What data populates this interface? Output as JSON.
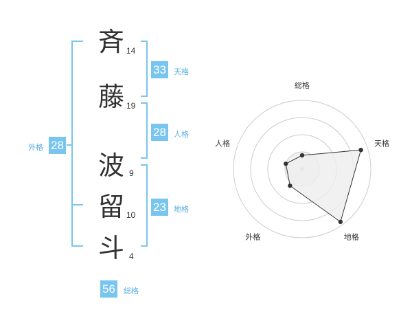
{
  "name": {
    "chars": [
      {
        "char": "斉",
        "strokes": "14"
      },
      {
        "char": "藤",
        "strokes": "19"
      },
      {
        "char": "波",
        "strokes": "9"
      },
      {
        "char": "留",
        "strokes": "10"
      },
      {
        "char": "斗",
        "strokes": "4"
      }
    ]
  },
  "fortunes": {
    "tenkaku": {
      "value": "33",
      "label": "天格"
    },
    "jinkaku": {
      "value": "28",
      "label": "人格"
    },
    "chikaku": {
      "value": "23",
      "label": "地格"
    },
    "gaikaku": {
      "value": "28",
      "label": "外格"
    },
    "soukaku": {
      "value": "56",
      "label": "総格"
    }
  },
  "chart_data": {
    "type": "radar",
    "axes": [
      "総格",
      "天格",
      "地格",
      "外格",
      "人格"
    ],
    "values": [
      0.2,
      0.9,
      0.95,
      0.3,
      0.25
    ],
    "rings": 4,
    "colors": {
      "line": "#333333",
      "fill": "#eeeeee",
      "ring": "#cccccc",
      "center": "#cccccc"
    }
  },
  "colors": {
    "accent": "#78c5f0",
    "bracket": "#78c5f0"
  }
}
